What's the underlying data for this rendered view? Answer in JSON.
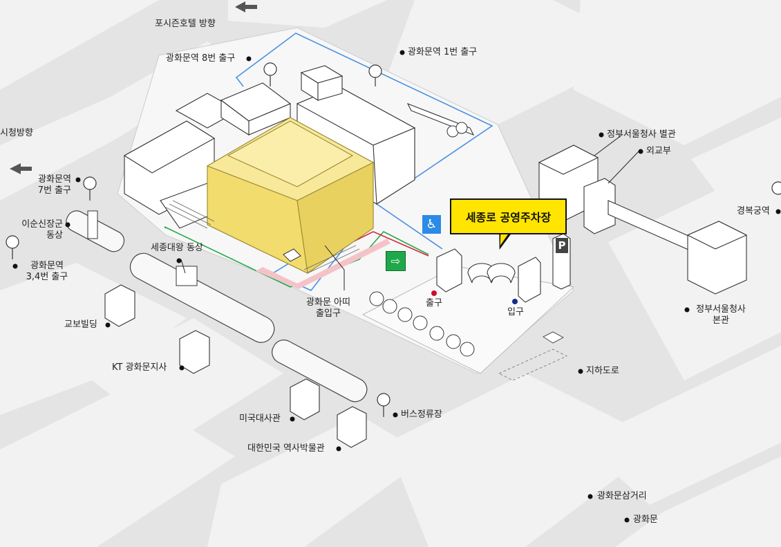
{
  "labels": {
    "four_seasons": "포시즌호텔 방향",
    "exit8": "광화문역 8번 출구",
    "exit1": "광화문역 1번 출구",
    "city_hall": "시청방향",
    "exit7": "광화문역\n7번 출구",
    "yi_sunsin": "이순신장군\n동상",
    "exit34": "광화문역\n3,4번 출구",
    "sejong_statue": "세종대왕 동상",
    "kyobo": "교보빌딩",
    "kt": "KT 광화문지사",
    "us_embassy": "미국대사관",
    "history_museum": "대한민국 역사박물관",
    "bus_stop": "버스정류장",
    "atti_entrance": "광화문 아띠\n출입구",
    "exit_label": "출구",
    "entrance_label": "입구",
    "gov_annex": "정부서울청사 별관",
    "mofa": "외교부",
    "gyeongbokgung": "경복궁역",
    "gov_main": "정부서울청사\n본관",
    "underpass": "지하도로",
    "gwanghwamun_intersection": "광화문삼거리",
    "gwanghwamun": "광화문"
  },
  "callout": {
    "title": "세종로 공영주차장"
  },
  "icons": {
    "parking": "P",
    "accessible": "accessible-icon",
    "emergency_exit": "emergency-exit-icon"
  },
  "colors": {
    "highlight_building": "#f8e89a",
    "callout": "#ffe500",
    "route_blue": "#4a90e2",
    "route_green": "#27a84a",
    "route_red": "#d4283a",
    "exit_dot": "#c8102e",
    "entrance_dot": "#1a2a8c",
    "accessible": "#2b8be6",
    "emergency": "#1fa84a"
  }
}
